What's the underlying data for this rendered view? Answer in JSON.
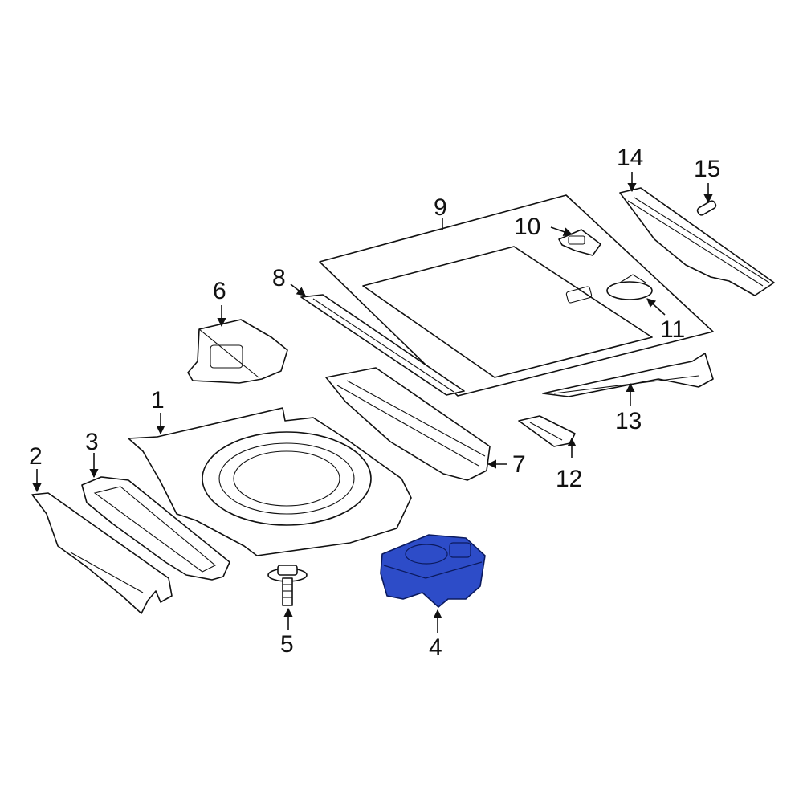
{
  "diagram": {
    "highlight_color": "#2d4cc8",
    "callouts": [
      {
        "id": "1",
        "label": "1"
      },
      {
        "id": "2",
        "label": "2"
      },
      {
        "id": "3",
        "label": "3"
      },
      {
        "id": "4",
        "label": "4"
      },
      {
        "id": "5",
        "label": "5"
      },
      {
        "id": "6",
        "label": "6"
      },
      {
        "id": "7",
        "label": "7"
      },
      {
        "id": "8",
        "label": "8"
      },
      {
        "id": "9",
        "label": "9"
      },
      {
        "id": "10",
        "label": "10"
      },
      {
        "id": "11",
        "label": "11"
      },
      {
        "id": "12",
        "label": "12"
      },
      {
        "id": "13",
        "label": "13"
      },
      {
        "id": "14",
        "label": "14"
      },
      {
        "id": "15",
        "label": "15"
      }
    ]
  }
}
